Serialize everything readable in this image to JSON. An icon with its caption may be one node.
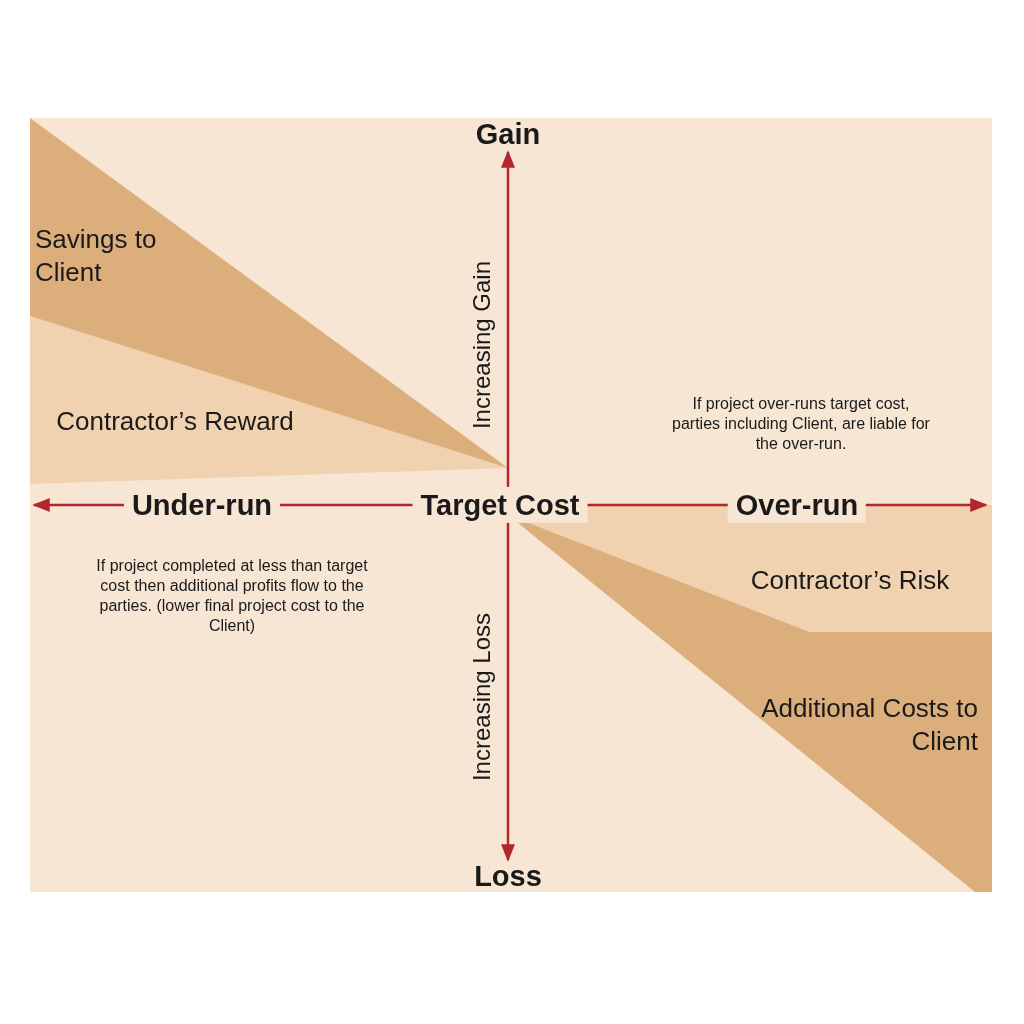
{
  "diagram": {
    "labels": [
      "Gain",
      "Savings to Client",
      "Increasing Gain",
      "If project over-runs target cost, parties including Client, are liable for the over-run.",
      "Contractor’s Reward",
      "Under-run",
      "Target Cost",
      "Over-run",
      "If project completed at less than target cost then additional profits flow to the parties. (lower final project cost to the Client)",
      "Contractor’s Risk",
      "Increasing Loss",
      "Additional Costs to Client",
      "Loss"
    ]
  }
}
